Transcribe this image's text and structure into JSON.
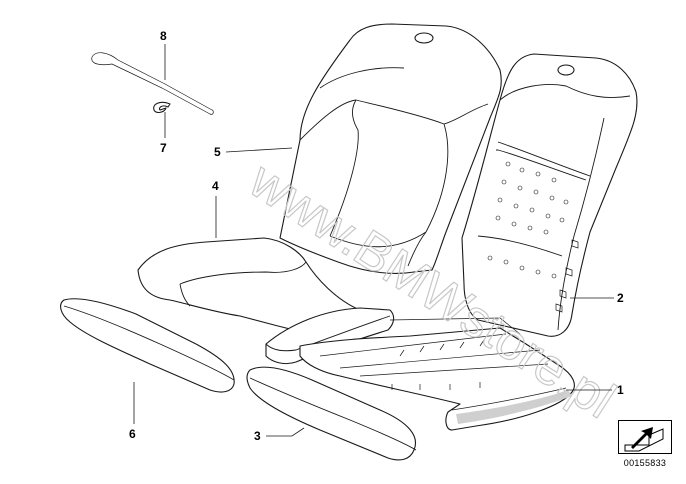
{
  "diagram": {
    "watermark": "www.BMWstore.pl",
    "reference_code": "00155833",
    "callouts": [
      {
        "id": "1",
        "label": "1"
      },
      {
        "id": "2",
        "label": "2"
      },
      {
        "id": "3",
        "label": "3"
      },
      {
        "id": "4",
        "label": "4"
      },
      {
        "id": "5",
        "label": "5"
      },
      {
        "id": "6",
        "label": "6"
      },
      {
        "id": "7",
        "label": "7"
      },
      {
        "id": "8",
        "label": "8"
      }
    ],
    "icons": {
      "reference": "arrow-into-box-icon"
    }
  }
}
